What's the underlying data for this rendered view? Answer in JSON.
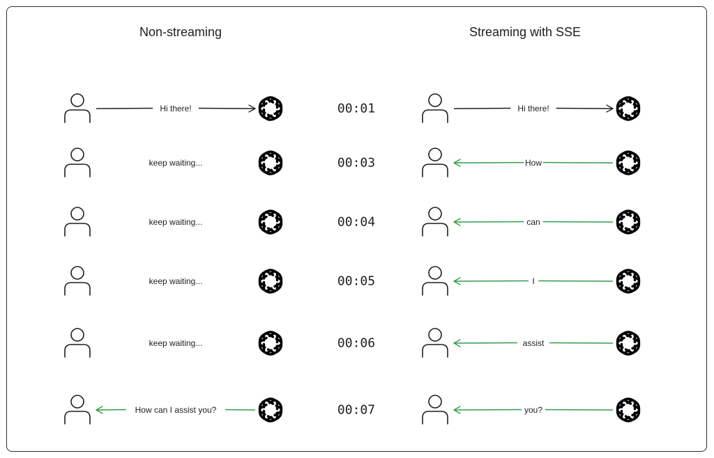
{
  "titles": {
    "left": "Non-streaming",
    "right": "Streaming with SSE"
  },
  "colors": {
    "request_arrow": "#1e1e1e",
    "response_arrow": "#2f9e44",
    "icon_stroke": "#1e1e1e"
  },
  "icons": {
    "user": "user-icon",
    "assistant": "openai-logo-icon"
  },
  "rows": [
    {
      "time": "00:01",
      "left": {
        "label": "Hi there!",
        "direction": "to-assistant"
      },
      "right": {
        "label": "Hi there!",
        "direction": "to-assistant"
      }
    },
    {
      "time": "00:03",
      "left": {
        "label": "keep waiting...",
        "direction": "none"
      },
      "right": {
        "label": "How",
        "direction": "to-user"
      }
    },
    {
      "time": "00:04",
      "left": {
        "label": "keep waiting...",
        "direction": "none"
      },
      "right": {
        "label": "can",
        "direction": "to-user"
      }
    },
    {
      "time": "00:05",
      "left": {
        "label": "keep waiting...",
        "direction": "none"
      },
      "right": {
        "label": "I",
        "direction": "to-user"
      }
    },
    {
      "time": "00:06",
      "left": {
        "label": "keep waiting...",
        "direction": "none"
      },
      "right": {
        "label": "assist",
        "direction": "to-user"
      }
    },
    {
      "time": "00:07",
      "left": {
        "label": "How can I assist you?",
        "direction": "to-user"
      },
      "right": {
        "label": "you?",
        "direction": "to-user"
      }
    }
  ]
}
